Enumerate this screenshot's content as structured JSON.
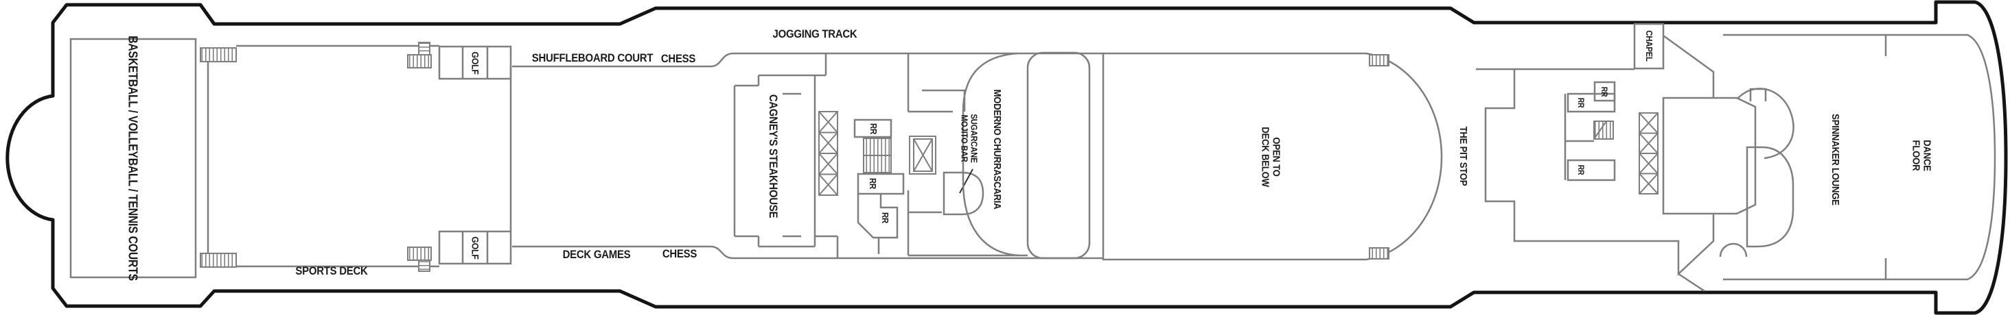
{
  "deck_plan": {
    "type": "cruise-ship-deck-plan",
    "colors": {
      "hull_outline": "#141414",
      "interior_walls": "#7e7e7e",
      "text": "#1b1b1b",
      "background": "#ffffff"
    },
    "icons": {
      "stairs": "striped-rectangle",
      "elevator": "crossed-box"
    }
  },
  "labels": {
    "basketball_courts": "BASKETBALL / VOLLEYBALL / TENNIS COURTS",
    "sports_deck": "SPORTS DECK",
    "golf": "GOLF",
    "shuffleboard_court": "SHUFFLEBOARD COURT",
    "chess": "CHESS",
    "jogging_track": "JOGGING TRACK",
    "deck_games": "DECK GAMES",
    "cagneys_steakhouse": "CAGNEY'S STEAKHOUSE",
    "rr": "RR",
    "sugarcane_mojito_bar": "SUGARCANE\nMOJITO BAR",
    "moderno_churrascaria": "MODERNO CHURRASCARIA",
    "open_to_deck_below": "OPEN TO\nDECK BELOW",
    "the_pit_stop": "THE PIT STOP",
    "chapel": "CHAPEL",
    "spinnaker_lounge": "SPINNAKER LOUNGE",
    "dance_floor": "DANCE\nFLOOR"
  }
}
